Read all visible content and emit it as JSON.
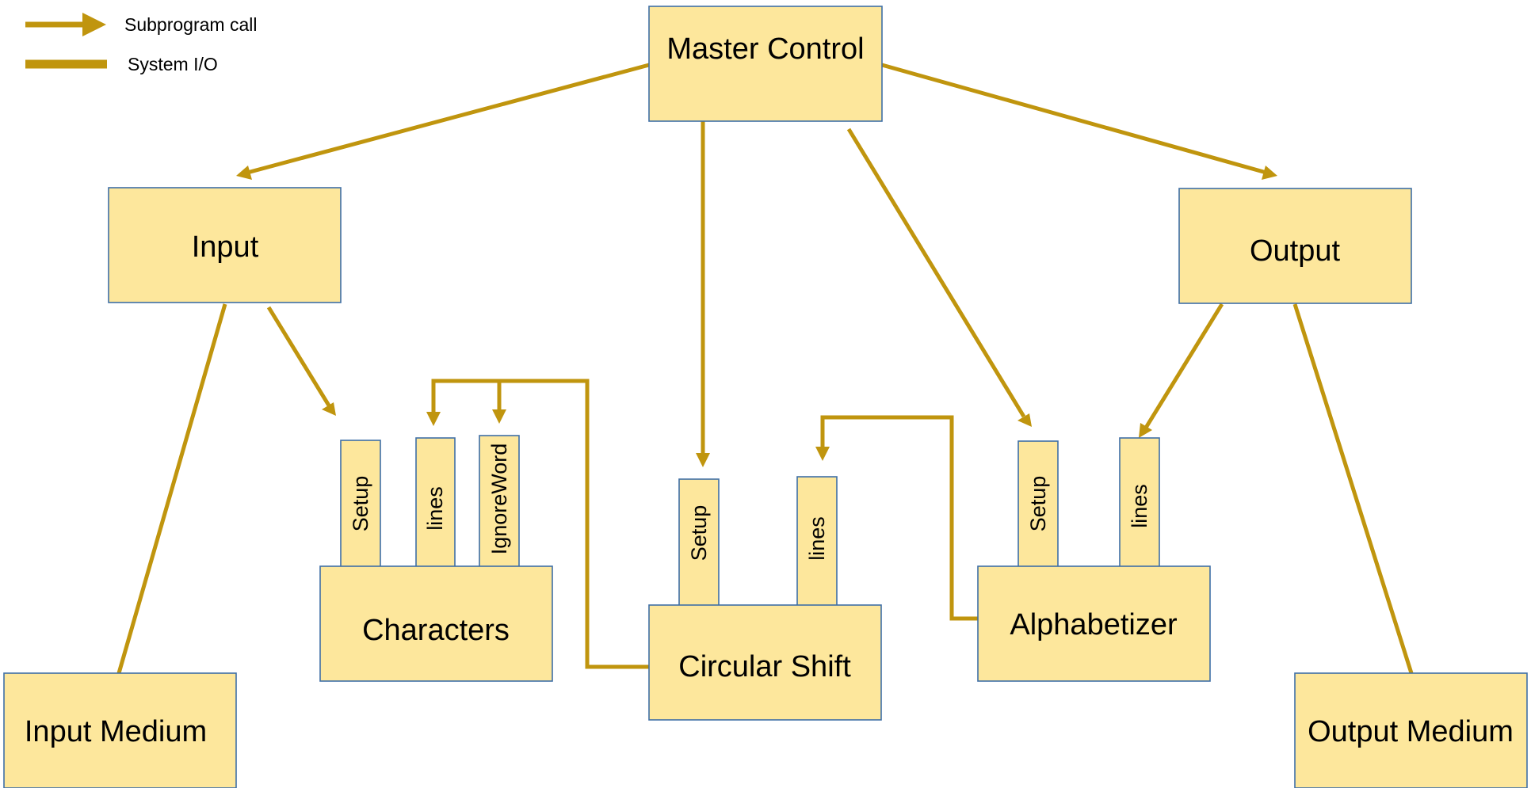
{
  "legend": {
    "call_label": "Subprogram call",
    "io_label": "System I/O"
  },
  "modules": {
    "master": "Master Control",
    "input": "Input",
    "output": "Output",
    "characters": "Characters",
    "circular_shift": "Circular Shift",
    "alphabetizer": "Alphabetizer",
    "input_medium": "Input Medium",
    "output_medium": "Output Medium"
  },
  "routines": {
    "characters": [
      "Setup",
      "lines",
      "IgnoreWord"
    ],
    "circular_shift": [
      "Setup",
      "lines"
    ],
    "alphabetizer": [
      "Setup",
      "lines"
    ]
  },
  "colors": {
    "box_fill": "#fde79c",
    "box_stroke": "#3f6fa6",
    "connector": "#c0950e"
  }
}
